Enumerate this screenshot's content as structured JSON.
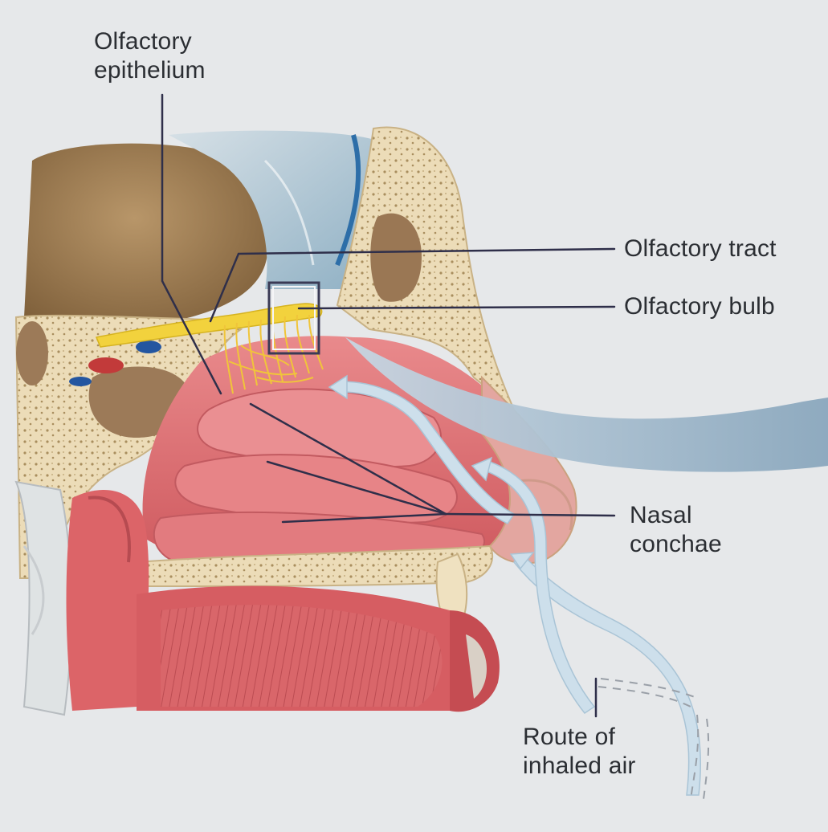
{
  "diagram": {
    "labels": {
      "olfactory_epithelium": [
        "Olfactory",
        "epithelium"
      ],
      "olfactory_tract": "Olfactory tract",
      "olfactory_bulb": "Olfactory bulb",
      "nasal_conchae": [
        "Nasal",
        "conchae"
      ],
      "route_of_inhaled_air": [
        "Route of",
        "inhaled air"
      ]
    },
    "colors": {
      "background": "#e6e8ea",
      "brain": "#a9875a",
      "bone": "#e9d9b4",
      "mucosa": "#de6e72",
      "olfactory_nerve": "#f0d23a",
      "airflow_arrow": "#c9dbe9",
      "large_arrow": "#9ab4c8",
      "leader_line": "#2f2f4a"
    }
  }
}
